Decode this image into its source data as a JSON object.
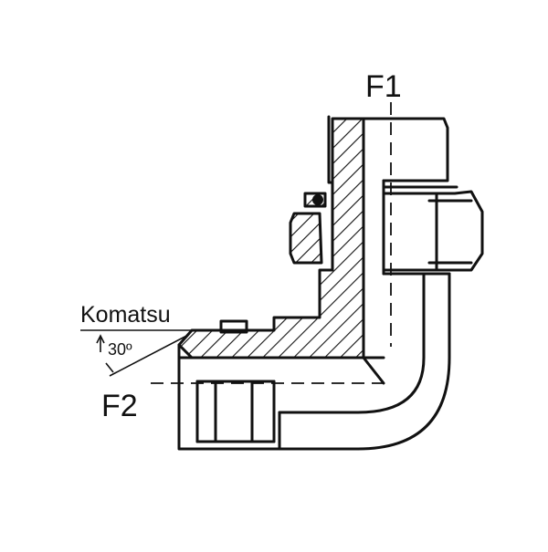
{
  "labels": {
    "port_top": "F1",
    "port_left": "F2",
    "standard": "Komatsu",
    "angle": "30º"
  },
  "colors": {
    "ink": "#111111",
    "paper": "#ffffff"
  }
}
